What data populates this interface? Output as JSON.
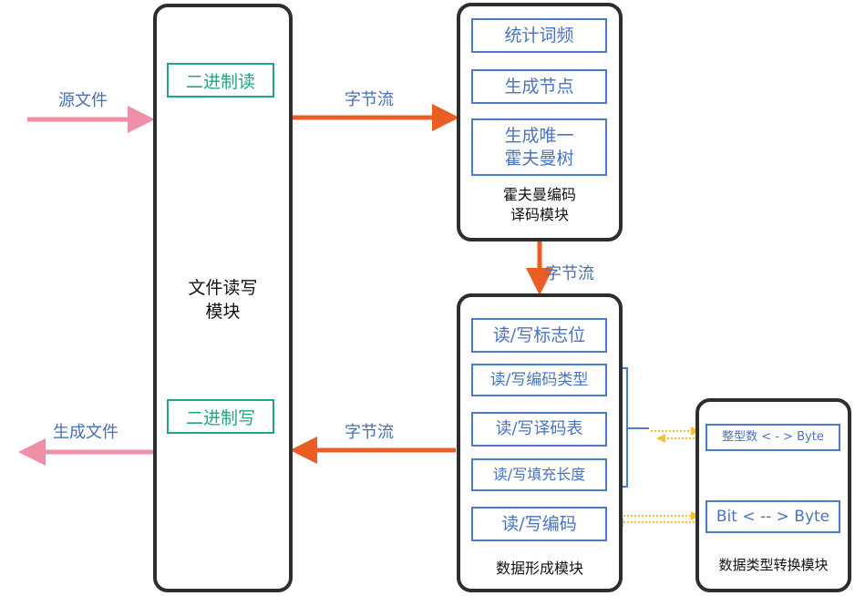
{
  "colors": {
    "module_border": "#2e2e2e",
    "blue_box": "#4a7cc9",
    "blue_text": "#4a74c0",
    "green": "#1fa58a",
    "orange_arrow": "#ea5d23",
    "pink_arrow": "#f08fa8",
    "yellow_dotted": "#f2c32e"
  },
  "file_module": {
    "label": "文件读写\n模块",
    "read_button": "二进制读",
    "write_button": "二进制写"
  },
  "source_label": "源文件",
  "output_label": "生成文件",
  "stream_label_top": "字节流",
  "stream_label_mid": "字节流",
  "stream_label_bottom": "字节流",
  "huffman_module": {
    "label": "霍夫曼编码\n译码模块",
    "steps": [
      "统计词频",
      "生成节点",
      "生成唯一\n霍夫曼树"
    ]
  },
  "data_module": {
    "label": "数据形成模块",
    "items": [
      "读/写标志位",
      "读/写编码类型",
      "读/写译码表",
      "读/写填充长度",
      "读/写编码"
    ]
  },
  "convert_module": {
    "label": "数据类型转换模块",
    "items": [
      "整型数 < - > Byte",
      "Bit < -- > Byte"
    ]
  }
}
